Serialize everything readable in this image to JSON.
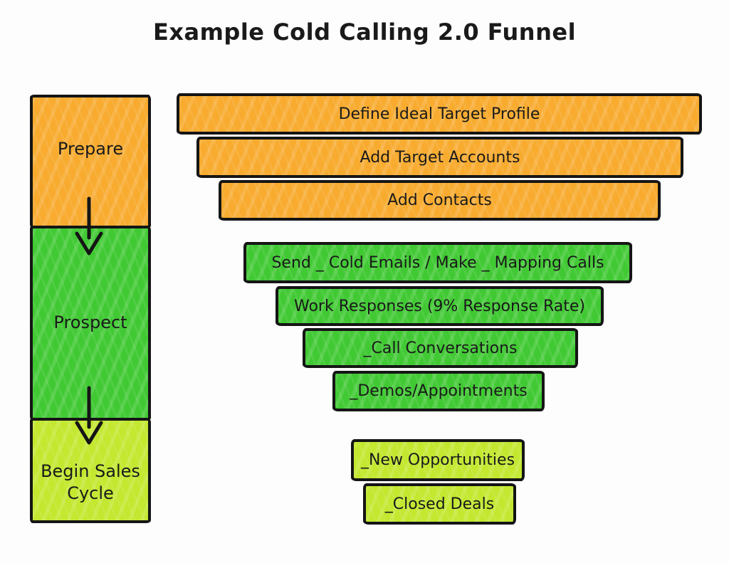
{
  "title": "Example Cold Calling 2.0 Funnel",
  "colors": {
    "orange": "#F8AB2E",
    "green": "#41C934",
    "lime": "#C3E82F",
    "ink": "#151515",
    "background": "#FDFDFD"
  },
  "icons": {
    "down_arrow": "↓"
  },
  "stages": [
    {
      "id": "prepare",
      "label": "Prepare"
    },
    {
      "id": "prospect",
      "label": "Prospect"
    },
    {
      "id": "begin-sales-cycle",
      "label": "Begin Sales Cycle"
    }
  ],
  "funnel": {
    "bars": [
      {
        "label": "Define Ideal Target Profile",
        "stage": "prepare"
      },
      {
        "label": "Add Target Accounts",
        "stage": "prepare"
      },
      {
        "label": "Add Contacts",
        "stage": "prepare"
      },
      {
        "label": "Send _ Cold Emails / Make _ Mapping Calls",
        "stage": "prospect"
      },
      {
        "label": "Work Responses (9% Response Rate)",
        "stage": "prospect"
      },
      {
        "label": "_Call Conversations",
        "stage": "prospect"
      },
      {
        "label": "_Demos/Appointments",
        "stage": "prospect"
      },
      {
        "label": "_New Opportunities",
        "stage": "begin-sales-cycle"
      },
      {
        "label": "_Closed Deals",
        "stage": "begin-sales-cycle"
      }
    ]
  }
}
